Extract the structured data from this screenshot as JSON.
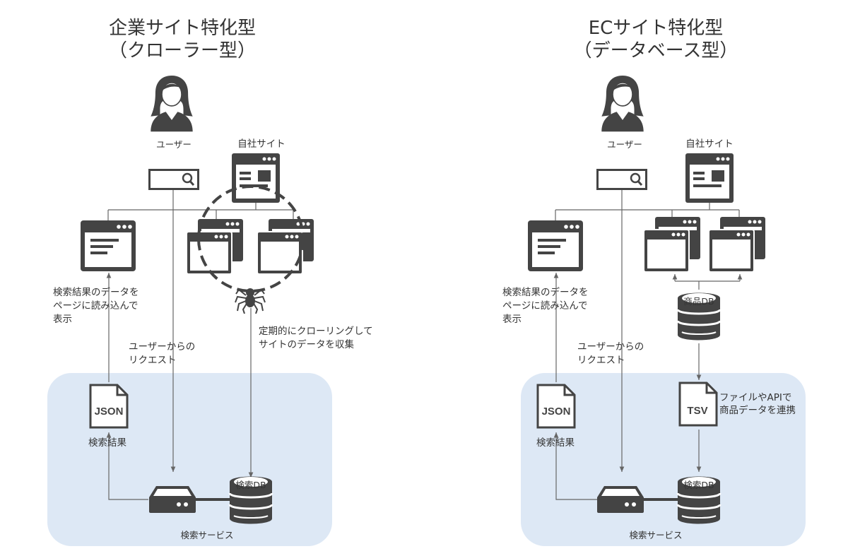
{
  "left": {
    "title_line1": "企業サイト特化型",
    "title_line2": "（クローラー型）",
    "user_label": "ユーザー",
    "site_label": "自社サイト",
    "display_note_line1": "検索結果のデータを",
    "display_note_line2": "ページに読み込んで",
    "display_note_line3": "表示",
    "request_note_line1": "ユーザーからの",
    "request_note_line2": "リクエスト",
    "crawl_note_line1": "定期的にクローリングして",
    "crawl_note_line2": "サイトのデータを収集",
    "json_label": "JSON",
    "result_label": "検索結果",
    "db_label": "検索DB",
    "service_label": "検索サービス"
  },
  "right": {
    "title_line1": "ECサイト特化型",
    "title_line2": "（データベース型）",
    "user_label": "ユーザー",
    "site_label": "自社サイト",
    "display_note_line1": "検索結果のデータを",
    "display_note_line2": "ページに読み込んで",
    "display_note_line3": "表示",
    "request_note_line1": "ユーザーからの",
    "request_note_line2": "リクエスト",
    "product_db_label": "商品DB",
    "tsv_label": "TSV",
    "tsv_note_line1": "ファイルやAPIで",
    "tsv_note_line2": "商品データを連携",
    "json_label": "JSON",
    "result_label": "検索結果",
    "db_label": "検索DB",
    "service_label": "検索サービス"
  },
  "icons": {
    "user": "user-woman-icon",
    "search_box": "search-box-icon",
    "web_page": "web-page-icon",
    "web_pages_stack": "web-pages-stack-icon",
    "spider": "spider-icon",
    "database": "database-icon",
    "document": "document-icon",
    "server": "server-icon"
  },
  "colors": {
    "icon": "#444444",
    "panel": "#dde8f5",
    "line": "#666666"
  }
}
